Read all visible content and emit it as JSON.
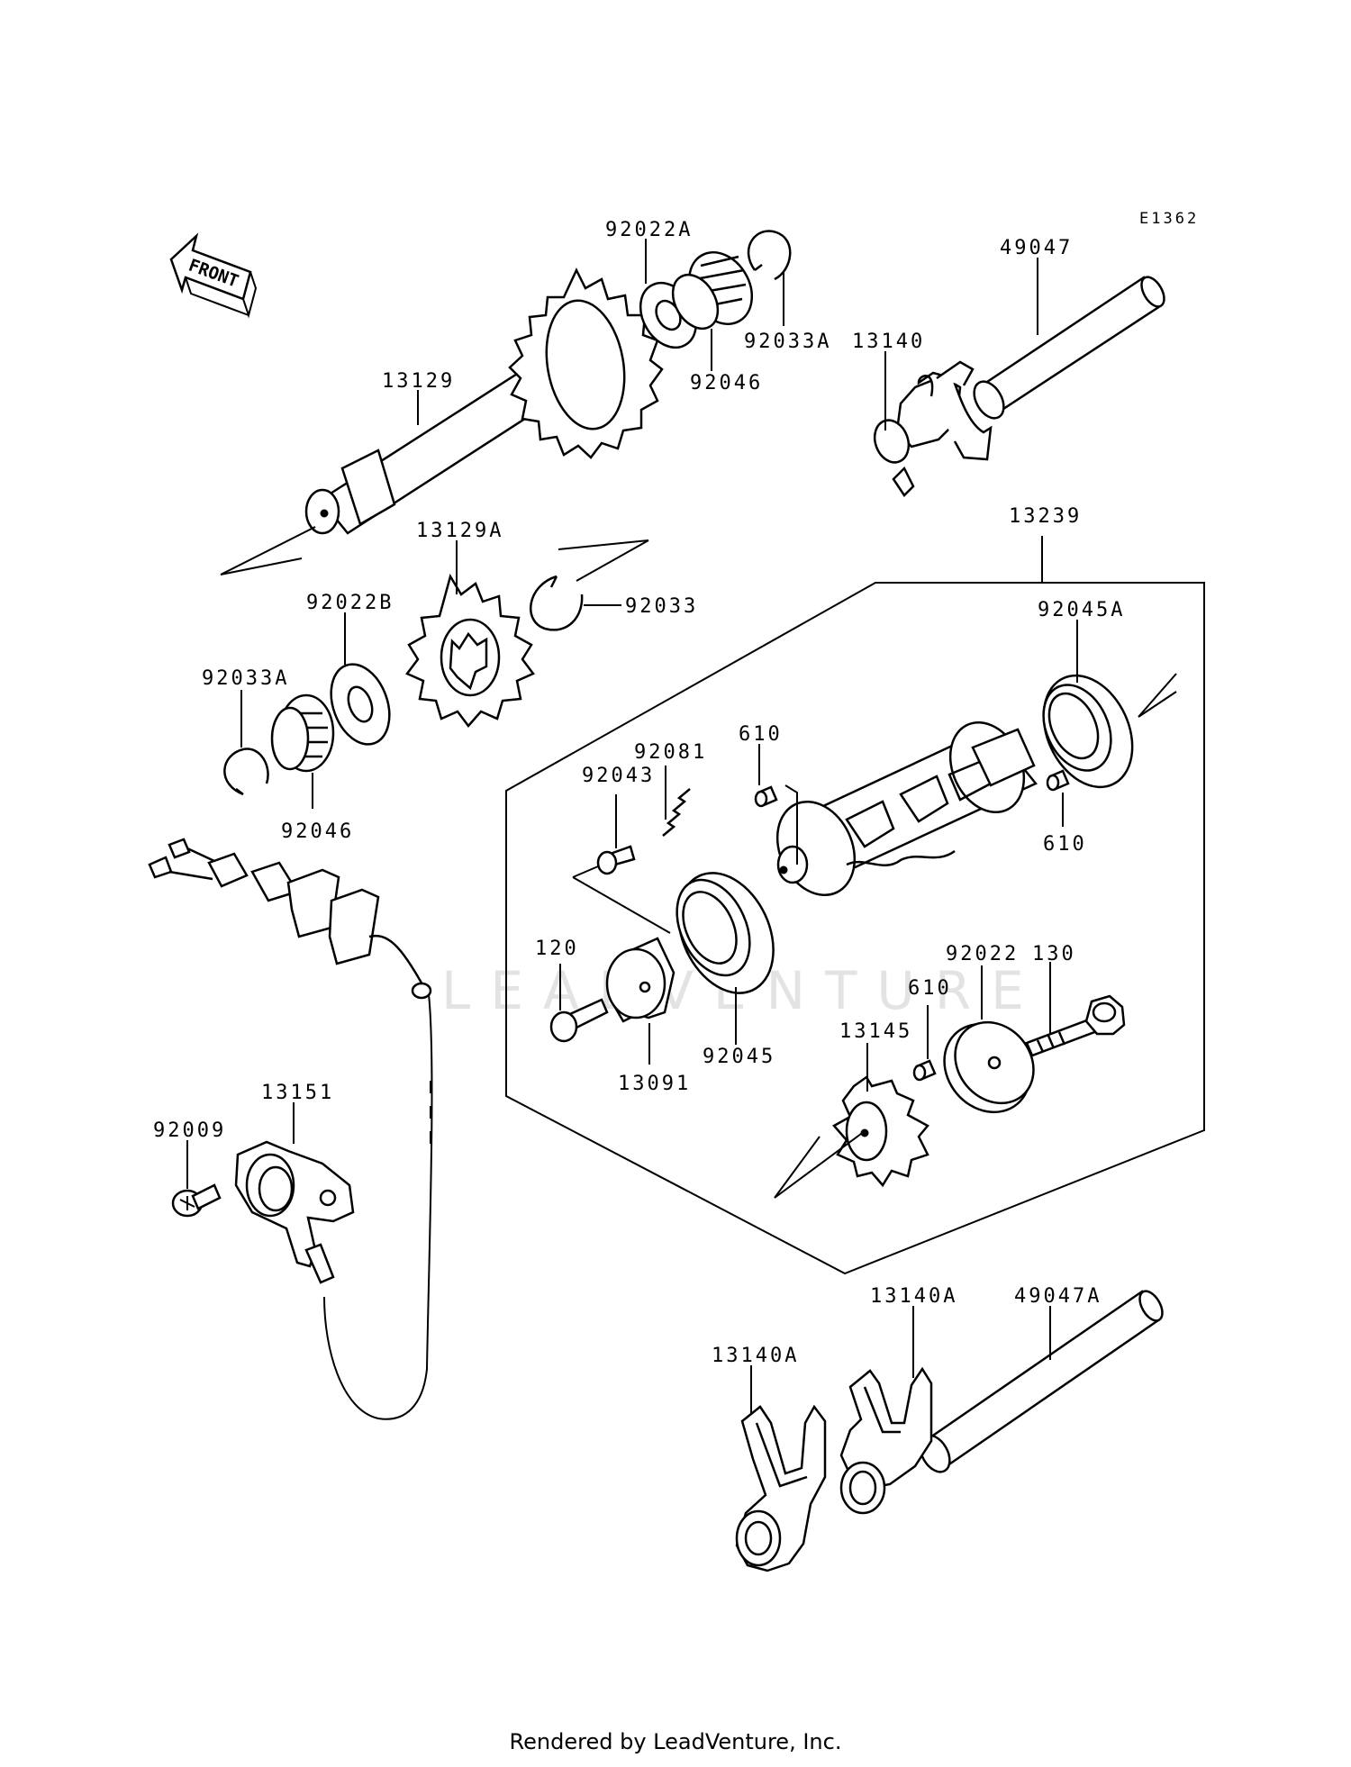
{
  "diagram_code": "E1362",
  "front_label": "FRONT",
  "watermark": "LEADVENTURE",
  "footer": "Rendered by LeadVenture, Inc.",
  "labels": {
    "p92022A": "92022A",
    "p92033A_top": "92033A",
    "p92046_top": "92046",
    "p49047": "49047",
    "p13140": "13140",
    "p13129": "13129",
    "p13239": "13239",
    "p13129A": "13129A",
    "p92033": "92033",
    "p92022B": "92022B",
    "p92045A": "92045A",
    "p92033A_left": "92033A",
    "p92046_left": "92046",
    "p610_a": "610",
    "p92081": "92081",
    "p92043": "92043",
    "p610_b": "610",
    "p120": "120",
    "p92045": "92045",
    "p13091": "13091",
    "p92022": "92022",
    "p130": "130",
    "p610_c": "610",
    "p13145": "13145",
    "p13151": "13151",
    "p92009": "92009",
    "p13140A_right": "13140A",
    "p49047A": "49047A",
    "p13140A_left": "13140A"
  }
}
